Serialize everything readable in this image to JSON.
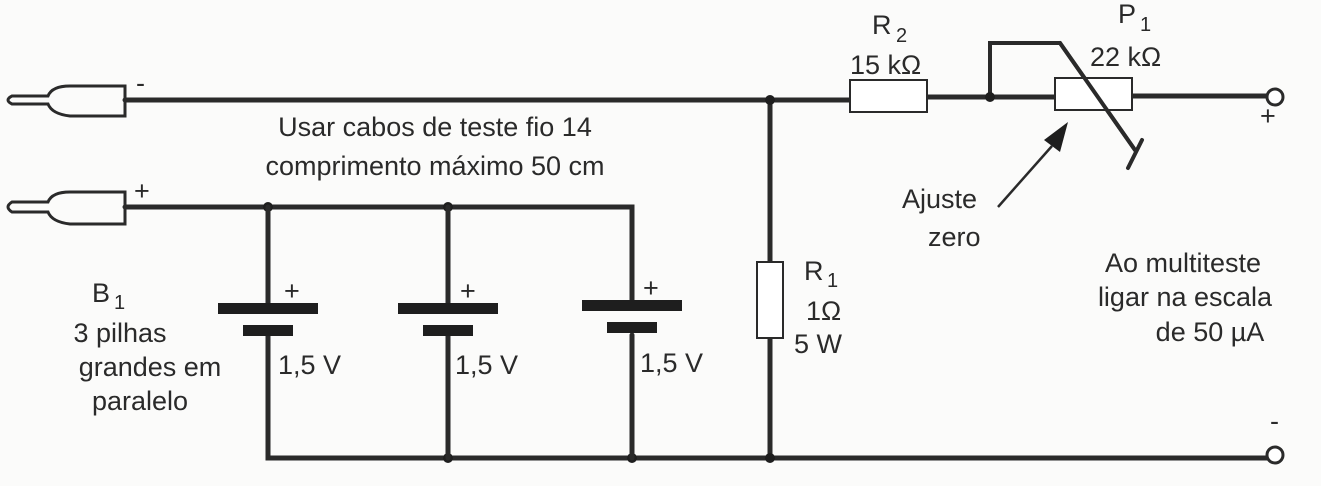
{
  "title": "Circuito de teste com multiteste",
  "terminals": {
    "input_minus": "-",
    "input_plus": "+",
    "output_plus": "+",
    "output_minus": "-"
  },
  "note": {
    "line1": "Usar cabos de teste fio 14",
    "line2": "comprimento máximo 50 cm"
  },
  "battery_bank": {
    "label": "B",
    "sub": "1",
    "desc1": "3 pilhas",
    "desc2": "grandes em",
    "desc3": "paralelo"
  },
  "cells": [
    {
      "plus": "+",
      "voltage": "1,5 V"
    },
    {
      "plus": "+",
      "voltage": "1,5 V"
    },
    {
      "plus": "+",
      "voltage": "1,5 V"
    }
  ],
  "r1": {
    "label": "R",
    "sub": "1",
    "value": "1Ω",
    "power": "5 W"
  },
  "r2": {
    "label": "R",
    "sub": "2",
    "value": "15 kΩ"
  },
  "p1": {
    "label": "P",
    "sub": "1",
    "value": "22 kΩ"
  },
  "adjust": {
    "line1": "Ajuste",
    "line2": "zero"
  },
  "meter_note": {
    "line1": "Ao multiteste",
    "line2": "ligar na escala",
    "line3": "de 50 µA"
  }
}
